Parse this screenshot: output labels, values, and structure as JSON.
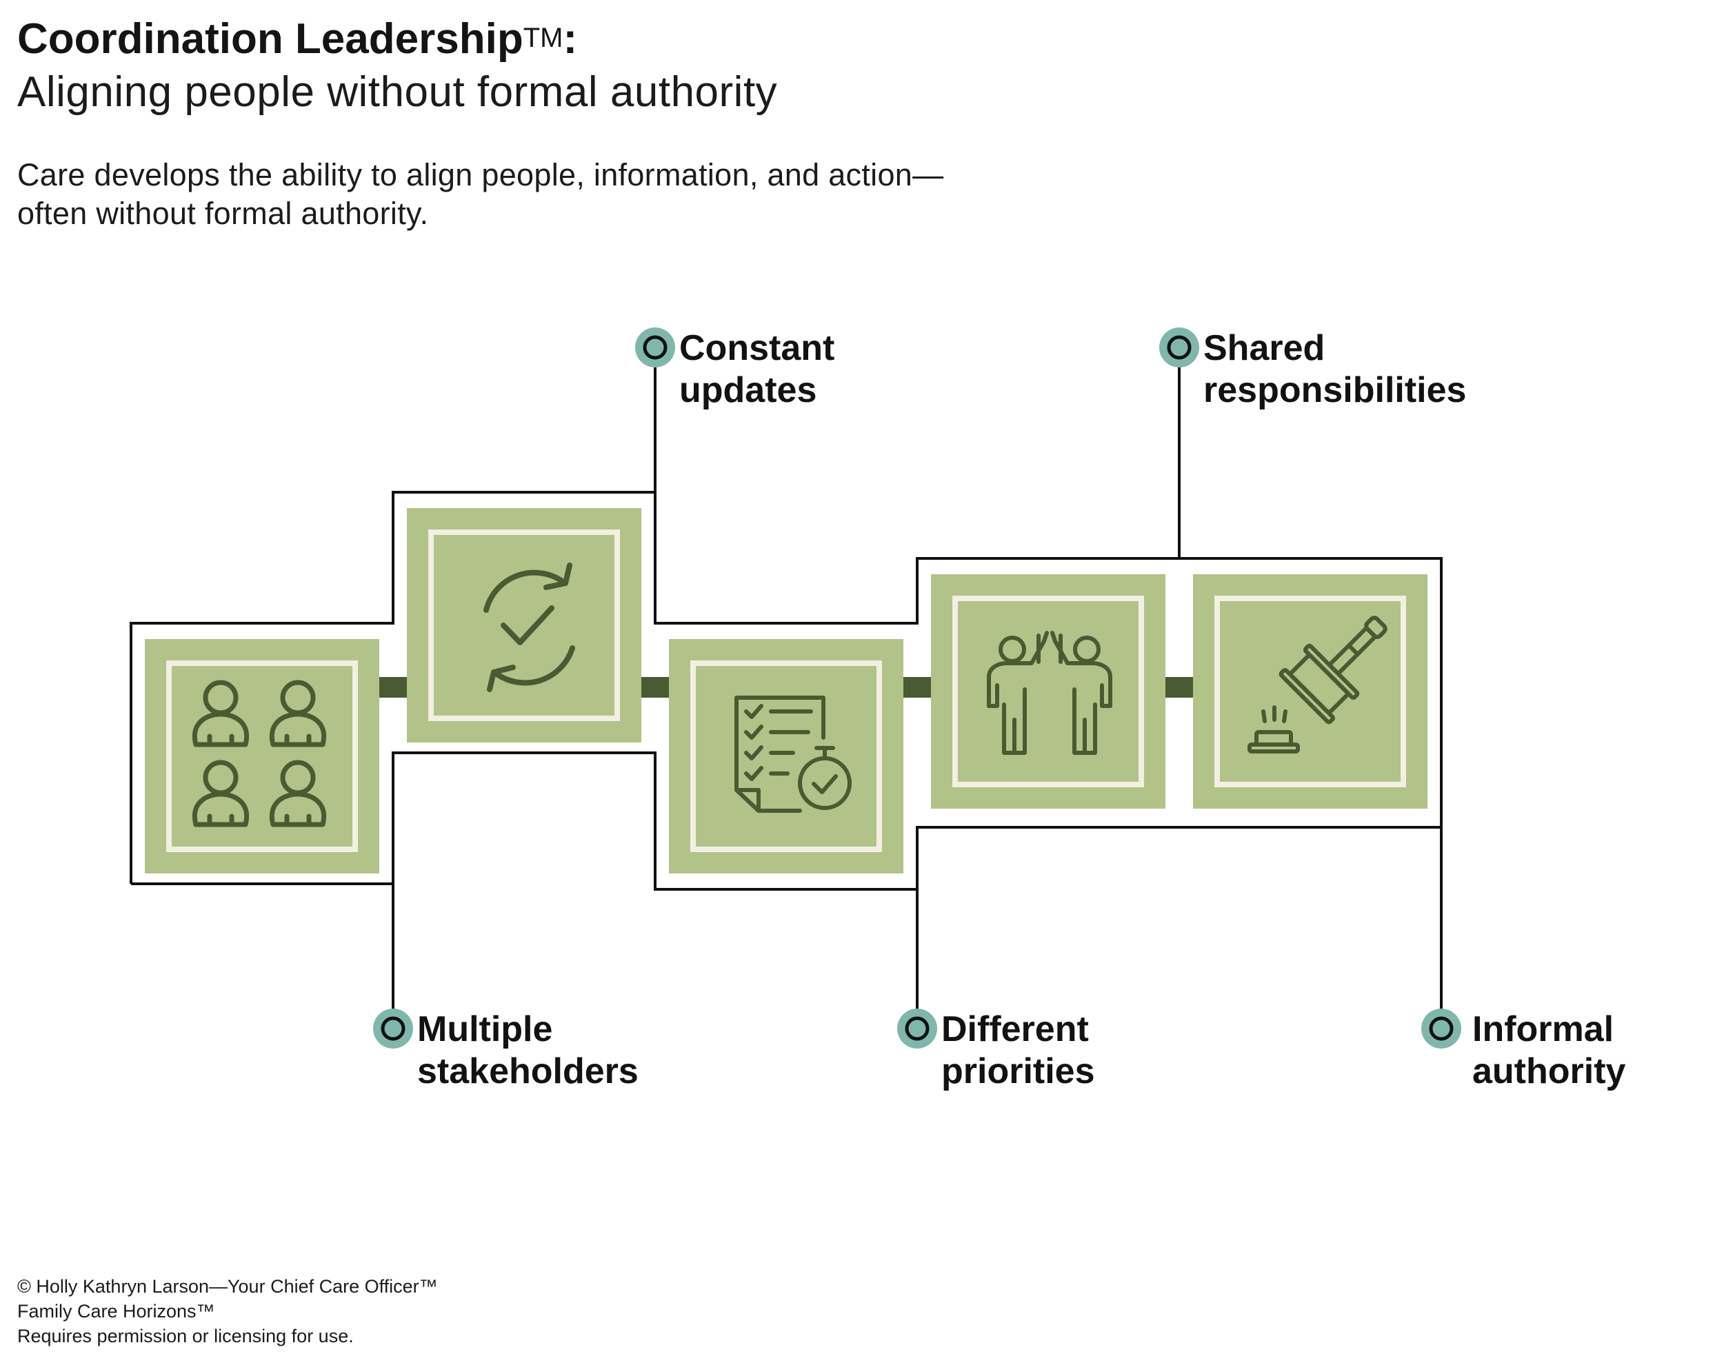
{
  "header": {
    "title": "Coordination Leadership",
    "title_mark": "TM",
    "title_colon": ":",
    "subtitle": "Aligning people without formal authority"
  },
  "intro": {
    "line1": "Care develops the ability to align people, information, and action—",
    "line2": "often without formal authority."
  },
  "steps": [
    {
      "icon": "people-group-icon",
      "label_line1": "Multiple",
      "label_line2": "stakeholders"
    },
    {
      "icon": "refresh-check-icon",
      "label_line1": "Constant",
      "label_line2": "updates"
    },
    {
      "icon": "checklist-stopwatch-icon",
      "label_line1": "Different",
      "label_line2": "priorities"
    },
    {
      "icon": "high-five-icon",
      "label_line1": "Shared",
      "label_line2": "responsibilities"
    },
    {
      "icon": "gavel-icon",
      "label_line1": "Informal",
      "label_line2": "authority"
    }
  ],
  "colors": {
    "tile": "#b1c388",
    "tile_inner_border": "#f3efe3",
    "icon_stroke": "#4a5a32",
    "connector": "#4a5a32",
    "marker": "#7fb7ad",
    "outline": "#111111"
  },
  "footer": {
    "line1": "© Holly Kathryn Larson—Your Chief Care Officer™",
    "line2": "Family Care Horizons™",
    "line3": "Requires permission or licensing for use."
  }
}
